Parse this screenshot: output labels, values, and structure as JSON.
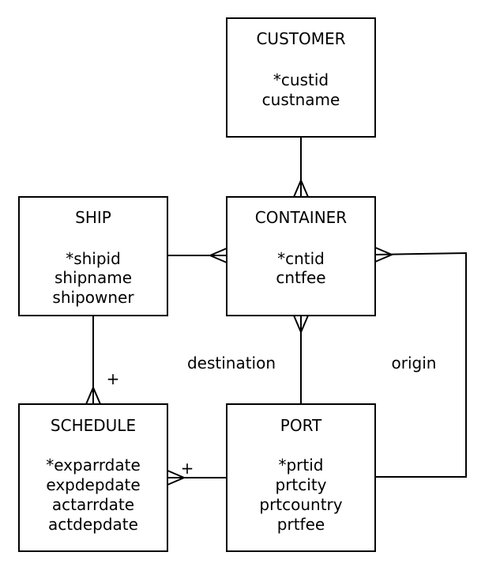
{
  "entities": {
    "customer": {
      "name": "CUSTOMER",
      "attributes": [
        "*custid",
        "custname"
      ]
    },
    "ship": {
      "name": "SHIP",
      "attributes": [
        "*shipid",
        "shipname",
        "shipowner"
      ]
    },
    "container": {
      "name": "CONTAINER",
      "attributes": [
        "*cntid",
        "cntfee"
      ]
    },
    "schedule": {
      "name": "SCHEDULE",
      "attributes": [
        "*exparrdate",
        "expdepdate",
        "actarrdate",
        "actdepdate"
      ]
    },
    "port": {
      "name": "PORT",
      "attributes": [
        "*prtid",
        "prtcity",
        "prtcountry",
        "prtfee"
      ]
    }
  },
  "relationships": {
    "destination": {
      "label": "destination"
    },
    "origin": {
      "label": "origin"
    },
    "ship_schedule": {
      "marker": "+"
    },
    "schedule_port": {
      "marker": "+"
    }
  }
}
